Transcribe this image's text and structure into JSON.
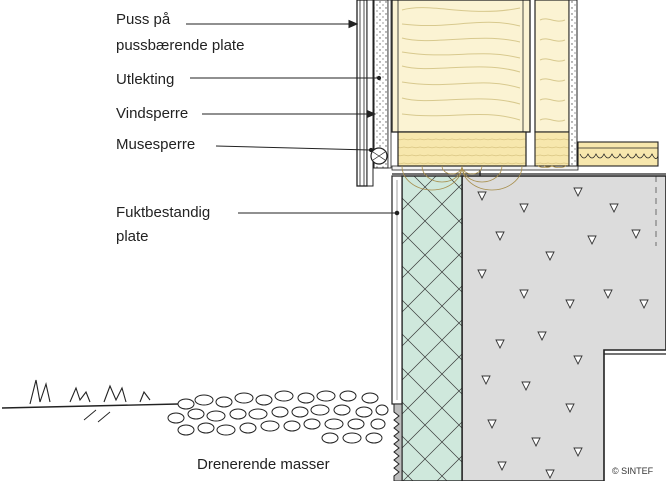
{
  "labels": {
    "puss_line1": "Puss på",
    "puss_line2": "pussbærende plate",
    "utlekting": "Utlekting",
    "vindsperre": "Vindsperre",
    "musesperre": "Musesperre",
    "fukt_line1": "Fuktbestandig",
    "fukt_line2": "plate",
    "drenerende": "Drenerende masser"
  },
  "credit": "© SINTEF",
  "colors": {
    "insulation": "#fbf3d3",
    "timber": "#f7e7ad",
    "xps": "#cfe8dc",
    "concrete": "#dcdcdc",
    "line": "#222222"
  }
}
